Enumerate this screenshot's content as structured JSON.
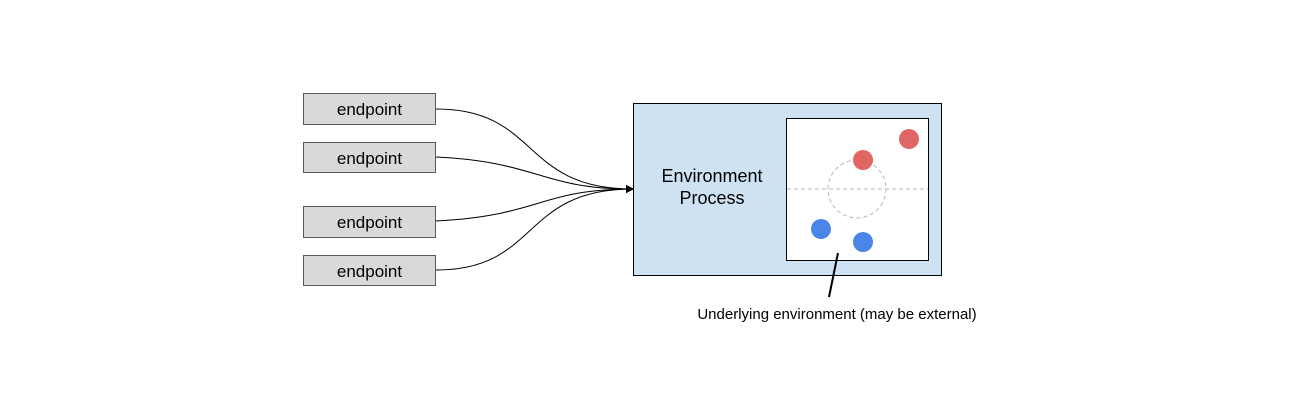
{
  "endpoints": [
    {
      "label": "endpoint"
    },
    {
      "label": "endpoint"
    },
    {
      "label": "endpoint"
    },
    {
      "label": "endpoint"
    }
  ],
  "environment_process": {
    "label_line1": "Environment",
    "label_line2": "Process"
  },
  "underlying_environment": {
    "caption": "Underlying environment (may be external)",
    "agents": [
      {
        "team": "red",
        "color": "#e06666"
      },
      {
        "team": "red",
        "color": "#e06666"
      },
      {
        "team": "blue",
        "color": "#4a86e8"
      },
      {
        "team": "blue",
        "color": "#4a86e8"
      }
    ]
  },
  "colors": {
    "endpoint_fill": "#d9d9d9",
    "process_fill": "#cfe2f3",
    "red_agent": "#e06666",
    "blue_agent": "#4a86e8"
  }
}
